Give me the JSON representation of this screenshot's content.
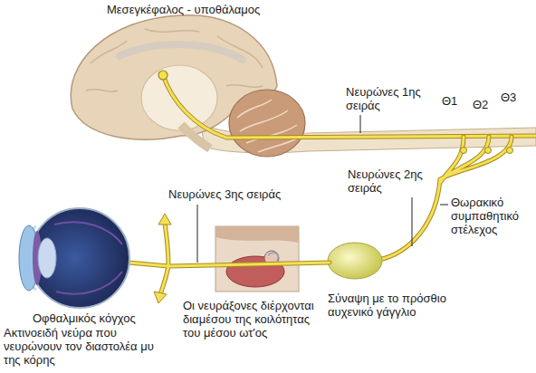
{
  "diagram": {
    "labels": [
      "Μεσεγκέφαλος - υποθάλαμος",
      "Νευρώνες 1ης σειράς",
      "Θ1",
      "Θ2",
      "Θ3",
      "Νευρώνες 2ης σειράς",
      "Θωρακικό συμπαθητικό στέλεχος",
      "Νευρώνες 3ης σειράς",
      "Οφθαλμικός κόγχος",
      "Ακτινοειδή νεύρα που νευρώνουν τον διαστολέα μυ της κόρης",
      "Οι νευράξονες διέρχονται διαμέσου της κοιλότητας του μέσου ωτ'ος",
      "Σύναψη με το πρόσθιο αυχενικό γάγγλιο"
    ]
  }
}
